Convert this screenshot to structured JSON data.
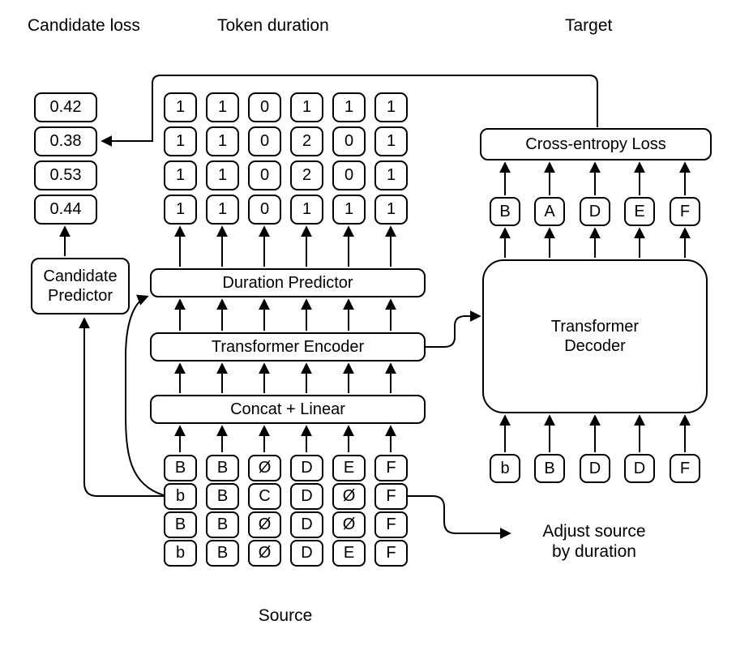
{
  "labels": {
    "candidate_loss": "Candidate loss",
    "token_duration": "Token duration",
    "target": "Target",
    "source": "Source",
    "adjust_source": {
      "line1": "Adjust source",
      "line2": "by duration"
    }
  },
  "candidate_loss_values": [
    "0.42",
    "0.38",
    "0.53",
    "0.44"
  ],
  "token_duration_rows": [
    [
      "1",
      "1",
      "0",
      "1",
      "1",
      "1"
    ],
    [
      "1",
      "1",
      "0",
      "2",
      "0",
      "1"
    ],
    [
      "1",
      "1",
      "0",
      "2",
      "0",
      "1"
    ],
    [
      "1",
      "1",
      "0",
      "1",
      "1",
      "1"
    ]
  ],
  "source_rows": [
    [
      "B",
      "B",
      "Ø",
      "D",
      "E",
      "F"
    ],
    [
      "b",
      "B",
      "C",
      "D",
      "Ø",
      "F"
    ],
    [
      "B",
      "B",
      "Ø",
      "D",
      "Ø",
      "F"
    ],
    [
      "b",
      "B",
      "Ø",
      "D",
      "E",
      "F"
    ]
  ],
  "blocks": {
    "candidate_predictor": {
      "line1": "Candidate",
      "line2": "Predictor"
    },
    "duration_predictor": "Duration Predictor",
    "transformer_encoder": "Transformer Encoder",
    "concat_linear": "Concat + Linear",
    "cross_entropy": "Cross-entropy Loss",
    "transformer_decoder": {
      "line1": "Transformer",
      "line2": "Decoder"
    }
  },
  "decoder_tokens": {
    "inputs": [
      "b",
      "B",
      "D",
      "D",
      "F"
    ],
    "outputs": [
      "B",
      "A",
      "D",
      "E",
      "F"
    ]
  },
  "colors": {
    "stroke": "#000000",
    "background": "#ffffff"
  }
}
